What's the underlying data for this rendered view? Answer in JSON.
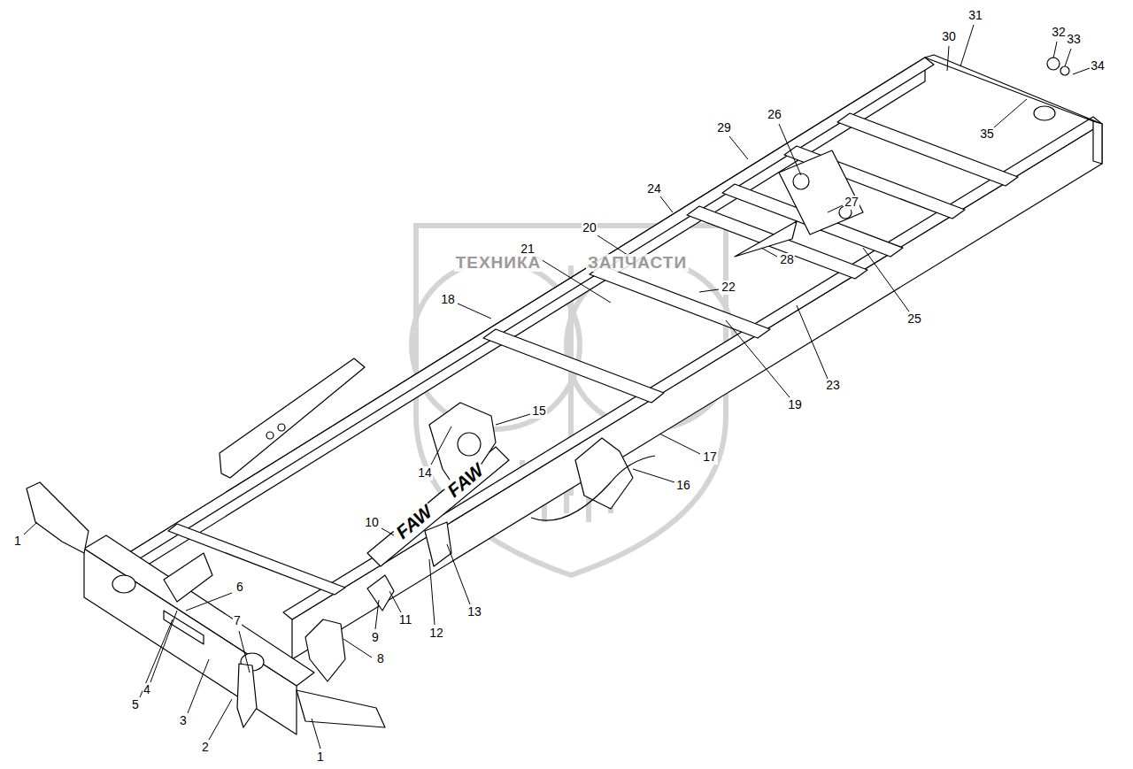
{
  "diagram": {
    "labels": [
      "1",
      "1",
      "2",
      "3",
      "4",
      "5",
      "6",
      "7",
      "8",
      "9",
      "10",
      "11",
      "12",
      "13",
      "14",
      "15",
      "16",
      "17",
      "18",
      "19",
      "20",
      "21",
      "22",
      "23",
      "24",
      "25",
      "26",
      "27",
      "28",
      "29",
      "30",
      "31",
      "32",
      "33",
      "34",
      "35",
      "ТЕХНИКА",
      "ЗАПЧАСТИ",
      "FAW",
      "FAW"
    ]
  }
}
